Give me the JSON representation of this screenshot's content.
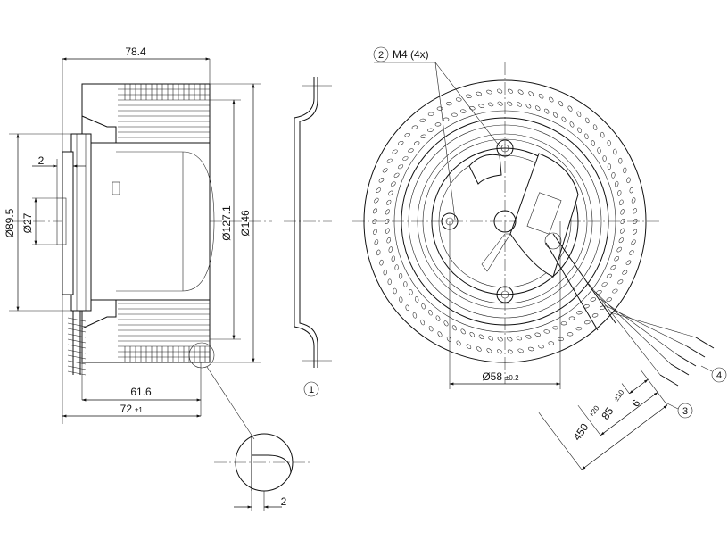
{
  "dimensions": {
    "overall_depth": "78.4",
    "housing_depth": "61.6",
    "total_depth_value": "72",
    "total_depth_tolerance": "±1",
    "shaft_step": "2",
    "flange_dia": "Ø89.5",
    "hub_dia": "Ø27",
    "inner_dia": "Ø127.1",
    "outer_dia": "Ø146",
    "bolt_circle_value": "Ø58",
    "bolt_circle_tolerance": "±0.2",
    "detail_thickness": "2",
    "cable_len_value": "450",
    "cable_len_tolerance": "+20",
    "strip_len_value": "85",
    "strip_len_tolerance": "±10",
    "wire_strip": "6"
  },
  "callouts": {
    "c1": "1",
    "c2": "2",
    "c2_text": "M4 (4x)",
    "c3": "3",
    "c4": "4"
  }
}
